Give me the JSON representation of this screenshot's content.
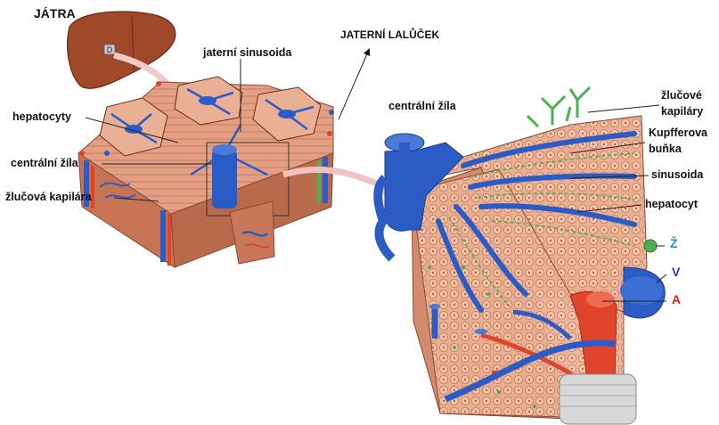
{
  "labels": {
    "jatra": "JÁTRA",
    "jaterni_sinusoida": "jaterní sinusoida",
    "jaterni_lalucek": "JATERNÍ LALŮČEK",
    "hepatocyty": "hepatocyty",
    "centralni_zila_left": "centrální žíla",
    "zlucova_kapilara": "žlučová kapilára",
    "centralni_zila_right": "centrální žíla",
    "zlucove_kapilary_1": "žlučové",
    "zlucove_kapilary_2": "kapiláry",
    "kupfferova_1": "Kupfferova",
    "kupfferova_2": "buňka",
    "sinusoida": "sinusoida",
    "hepatocyt": "hepatocyt",
    "z": "Ž",
    "v": "V",
    "a": "A",
    "liver_marker": "D"
  },
  "colors": {
    "liver": "#a0492a",
    "tissue": "#e8a384",
    "tissue_dark": "#c9775a",
    "vein": "#2b5cc6",
    "artery": "#e0452b",
    "bile": "#4caf50",
    "z_label": "#1a9aa8",
    "v_label": "#1f3fbf",
    "a_label": "#d81e1e"
  }
}
